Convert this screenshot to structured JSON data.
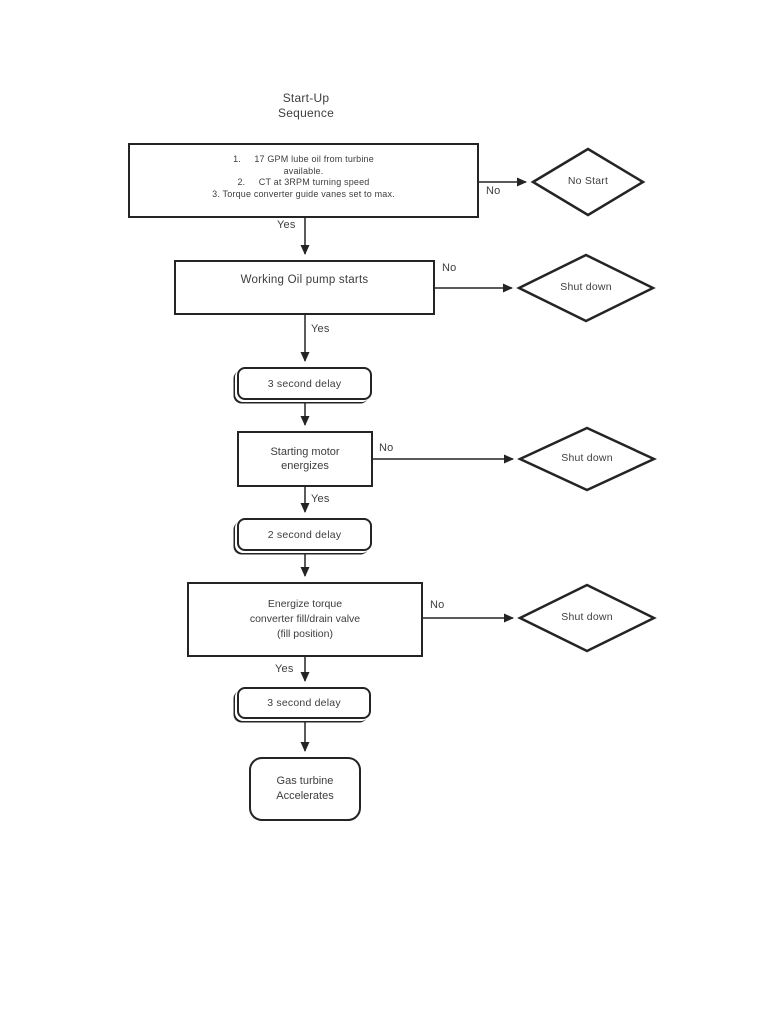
{
  "colors": {
    "background": "#ffffff",
    "stroke": "#242424",
    "text": "#3d3d3d"
  },
  "title": {
    "text": "Start-Up\nSequence"
  },
  "edge_labels": {
    "yes": "Yes",
    "no": "No"
  },
  "nodes": {
    "conditions": {
      "text": "1.     17 GPM lube oil from turbine\navailable.\n2.     CT at 3RPM turning speed\n3. Torque converter guide vanes set to max."
    },
    "no_start": {
      "label": "No Start"
    },
    "working_oil_pump": {
      "label": "Working Oil pump starts"
    },
    "shut_down_1": {
      "label": "Shut down"
    },
    "delay_3s_a": {
      "label": "3 second delay"
    },
    "starting_motor": {
      "text": "Starting motor\nenergizes"
    },
    "shut_down_2": {
      "label": "Shut down"
    },
    "delay_2s": {
      "label": "2 second delay"
    },
    "energize_torque": {
      "text": "Energize torque\nconverter fill/drain valve\n(fill position)"
    },
    "shut_down_3": {
      "label": "Shut down"
    },
    "delay_3s_b": {
      "label": "3 second delay"
    },
    "gas_turbine": {
      "text": "Gas turbine\nAccelerates"
    }
  }
}
